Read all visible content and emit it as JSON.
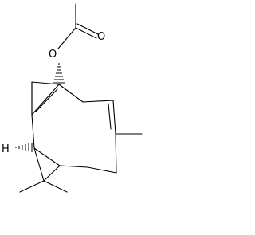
{
  "molecule": {
    "atom_labels": {
      "ester_oxygen": "O",
      "carbonyl_oxygen": "O",
      "stereo_hydrogen": "H"
    },
    "colors": {
      "bond": "#000000",
      "background": "#ffffff"
    }
  }
}
